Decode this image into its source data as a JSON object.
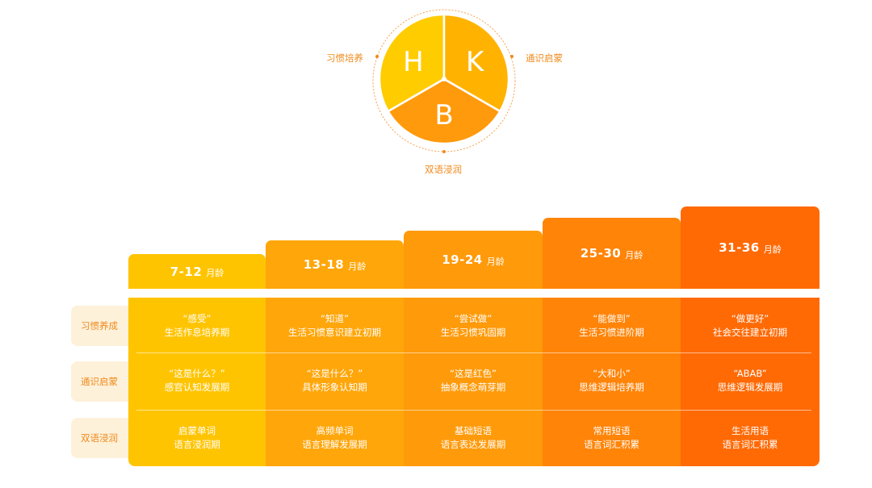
{
  "circle": {
    "sections": [
      {
        "letter": "H",
        "color": "#ffcc00"
      },
      {
        "letter": "K",
        "color": "#ffb300"
      },
      {
        "letter": "B",
        "color": "#ff9a0c"
      }
    ],
    "left_label": "习惯培养",
    "right_label": "通识启蒙",
    "bottom_label": "双语浸润",
    "ring_color": "#f7a24d"
  },
  "row_labels": [
    "习惯养成",
    "通识启蒙",
    "双语浸润"
  ],
  "columns": [
    {
      "age": "7-12",
      "unit": "月龄",
      "color": "#ffc400",
      "rows": [
        {
          "line1": "“感受”",
          "line2": "生活作息培养期"
        },
        {
          "line1": "“这是什么？”",
          "line2": "感官认知发展期"
        },
        {
          "line1": "启蒙单词",
          "line2": "语言浸润期"
        }
      ]
    },
    {
      "age": "13-18",
      "unit": "月龄",
      "color": "#ffa60a",
      "rows": [
        {
          "line1": "“知道”",
          "line2": "生活习惯意识建立初期"
        },
        {
          "line1": "“这是什么？”",
          "line2": "具体形象认知期"
        },
        {
          "line1": "高频单词",
          "line2": "语言理解发展期"
        }
      ]
    },
    {
      "age": "19-24",
      "unit": "月龄",
      "color": "#ff9a0a",
      "rows": [
        {
          "line1": "“尝试做”",
          "line2": "生活习惯巩固期"
        },
        {
          "line1": "“这是红色”",
          "line2": "抽象概念萌芽期"
        },
        {
          "line1": "基础短语",
          "line2": "语言表达发展期"
        }
      ]
    },
    {
      "age": "25-30",
      "unit": "月龄",
      "color": "#ff8408",
      "rows": [
        {
          "line1": "“能做到”",
          "line2": "生活习惯进阶期"
        },
        {
          "line1": "“大和小”",
          "line2": "思维逻辑培养期"
        },
        {
          "line1": "常用短语",
          "line2": "语言词汇积累"
        }
      ]
    },
    {
      "age": "31-36",
      "unit": "月龄",
      "color": "#ff6a05",
      "rows": [
        {
          "line1": "“做更好”",
          "line2": "社会交往建立初期"
        },
        {
          "line1": "“ABAB”",
          "line2": "思维逻辑发展期"
        },
        {
          "line1": "生活用语",
          "line2": "语言词汇积累"
        }
      ]
    }
  ]
}
